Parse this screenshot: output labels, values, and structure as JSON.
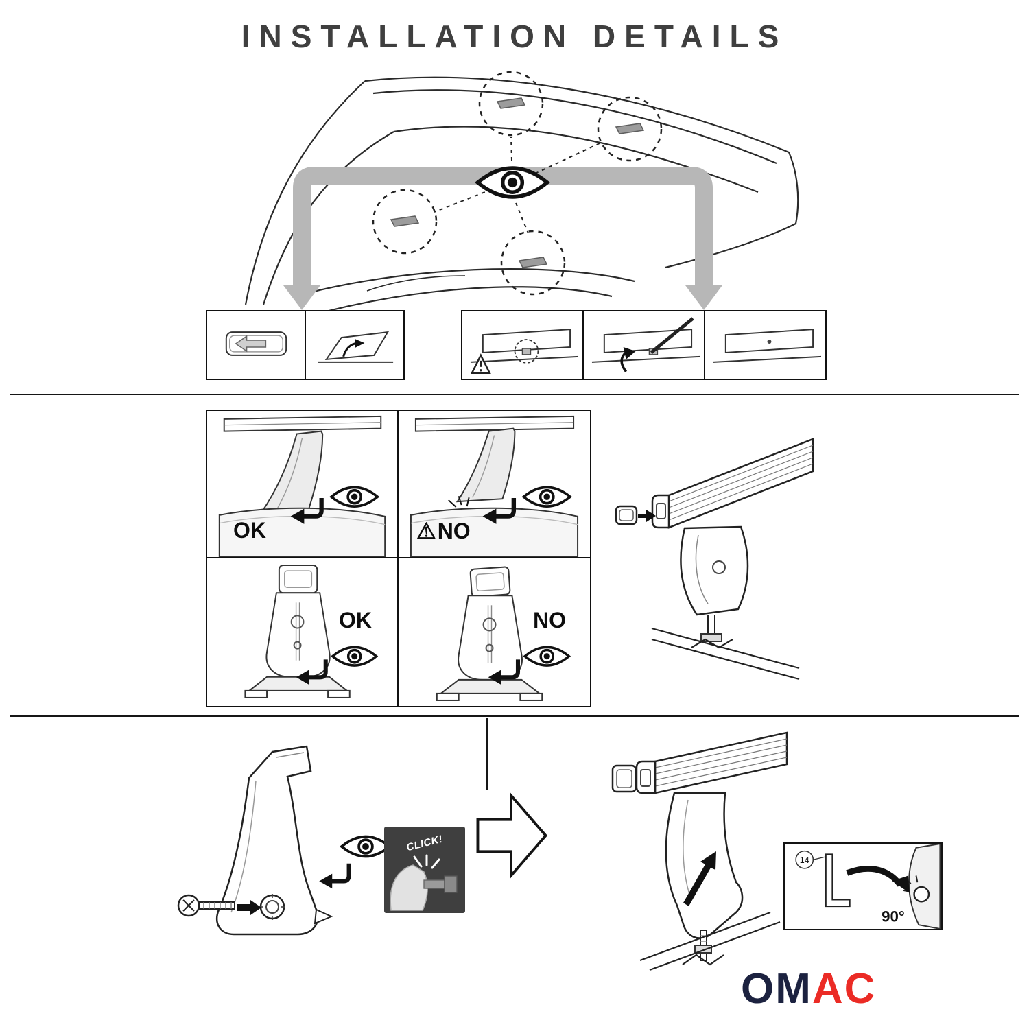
{
  "title": "INSTALLATION DETAILS",
  "compare_grid": {
    "top_left_label": "OK",
    "top_right_warning": "⚠",
    "top_right_label": "NO",
    "bottom_left_label": "OK",
    "bottom_right_label": "NO"
  },
  "bottom_section": {
    "click_label": "CLICK!",
    "tool_number": "14",
    "rotation_angle": "90°"
  },
  "logo": {
    "part1": "OM",
    "part2": "AC",
    "navy": "#1c2240",
    "red": "#eb2b25"
  },
  "colors": {
    "line": "#222222",
    "arrow_gray": "#b7b7b7",
    "dark_panel": "#3f3f3f"
  }
}
